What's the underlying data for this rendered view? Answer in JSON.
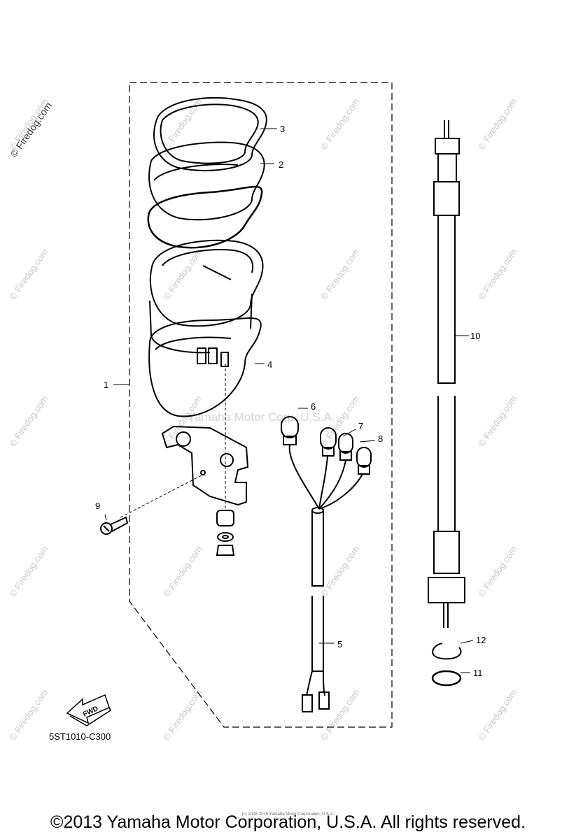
{
  "watermark": {
    "text": "© Firedog.com"
  },
  "center_watermark": "Yamaha Motor Corp. U.S.A.",
  "callouts": {
    "c1": "1",
    "c2": "2",
    "c3": "3",
    "c4": "4",
    "c5": "5",
    "c6": "6",
    "c7": "7",
    "c8": "8",
    "c9": "9",
    "c10": "10",
    "c11": "11",
    "c12": "12"
  },
  "fwd_label": "FWD",
  "diagram_code": "5ST1010-C300",
  "tiny_copyright": "(c) 2008-2016 Yamaha Motor Corporation, U.S.A.",
  "footer": "©2013 Yamaha Motor Corporation, U.S.A. All rights reserved."
}
